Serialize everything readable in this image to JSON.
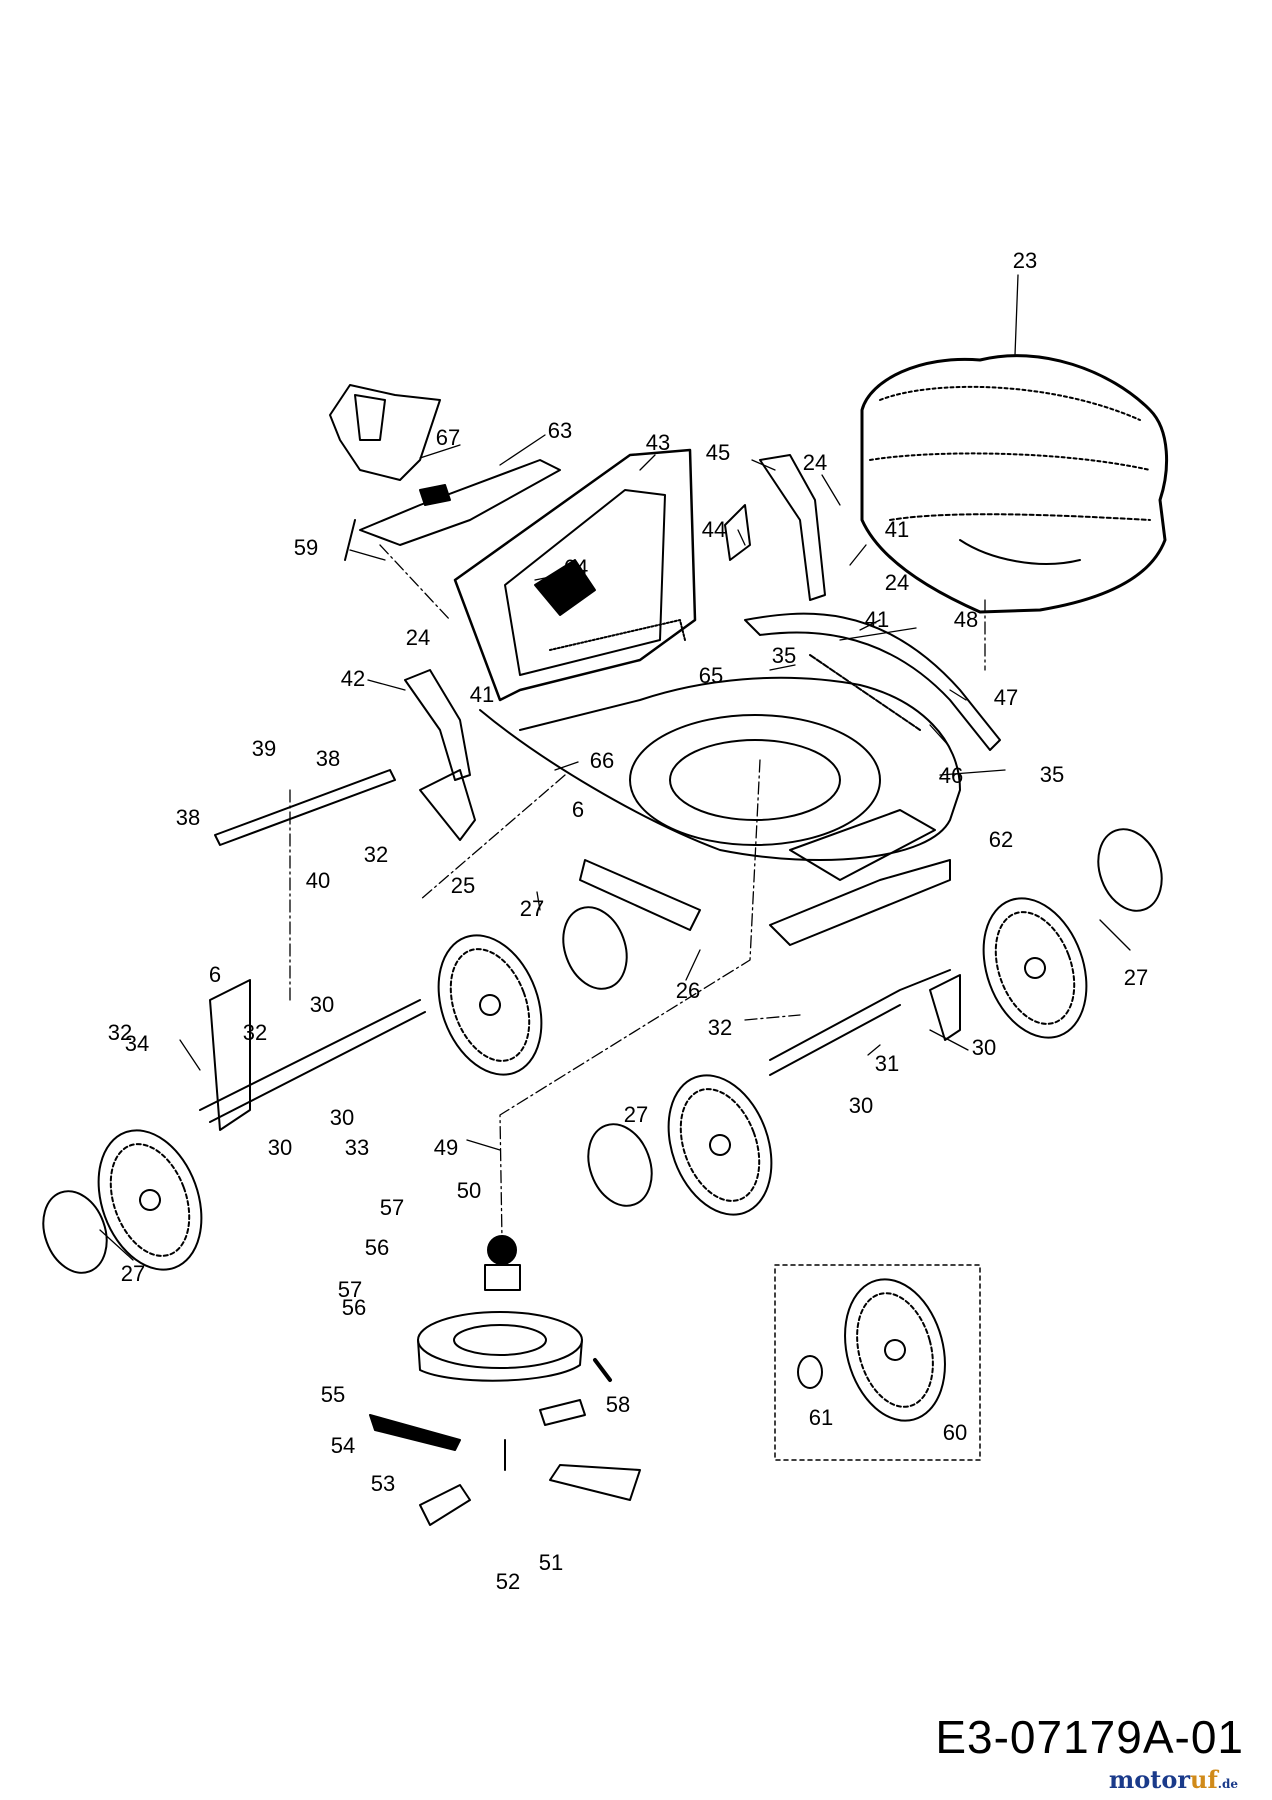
{
  "diagram_code": "E3-07179A-01",
  "watermark": {
    "part1": "motor",
    "part2": "uf",
    "suffix": ".de"
  },
  "labels": [
    "23",
    "67",
    "63",
    "59",
    "43",
    "45",
    "24",
    "41",
    "24",
    "44",
    "64",
    "41",
    "48",
    "35",
    "24",
    "42",
    "41",
    "65",
    "47",
    "39",
    "38",
    "66",
    "46",
    "35",
    "38",
    "6",
    "32",
    "40",
    "25",
    "62",
    "27",
    "27",
    "26",
    "6",
    "30",
    "32",
    "32",
    "34",
    "30",
    "31",
    "30",
    "32",
    "30",
    "33",
    "27",
    "30",
    "49",
    "50",
    "57",
    "56",
    "57",
    "56",
    "27",
    "58",
    "55",
    "54",
    "53",
    "61",
    "60",
    "51",
    "52"
  ]
}
